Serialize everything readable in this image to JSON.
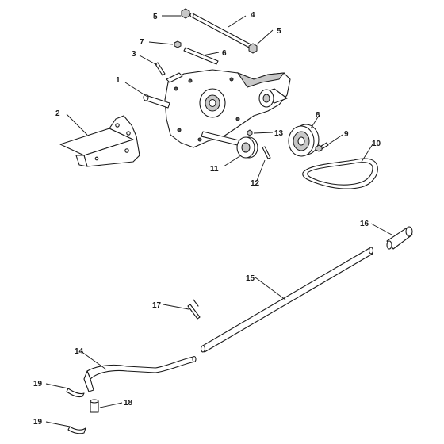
{
  "callouts": {
    "c1": "1",
    "c2": "2",
    "c3": "3",
    "c4": "4",
    "c5a": "5",
    "c5b": "5",
    "c6": "6",
    "c7": "7",
    "c8": "8",
    "c9": "9",
    "c10": "10",
    "c11": "11",
    "c12": "12",
    "c13": "13",
    "c14": "14",
    "c15": "15",
    "c16": "16",
    "c17": "17",
    "c18": "18",
    "c19a": "19",
    "c19b": "19"
  },
  "colors": {
    "line": "#1a1a1a",
    "shade": "#c8c8c8",
    "background": "#ffffff"
  }
}
